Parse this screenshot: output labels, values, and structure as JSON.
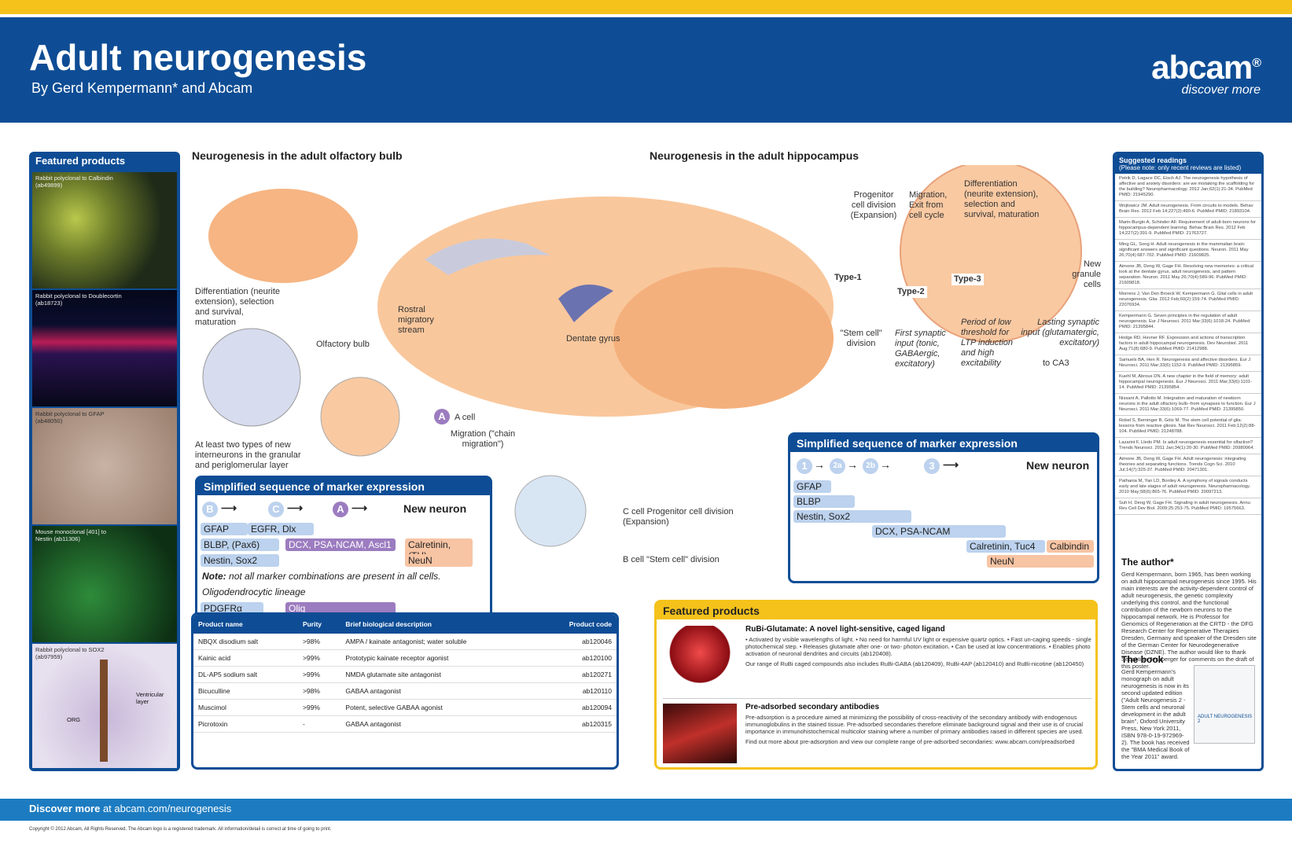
{
  "header": {
    "title": "Adult neurogenesis",
    "subtitle": "By Gerd Kempermann* and Abcam",
    "logo_name": "abcam",
    "logo_reg": "®",
    "logo_tagline": "discover more"
  },
  "featured_left": {
    "heading": "Featured products",
    "images": [
      {
        "caption": "Rabbit polyclonal to Calbindin (ab49899)"
      },
      {
        "caption": "Rabbit polyclonal to Doublecortin (ab18723)"
      },
      {
        "caption": "Rabbit polyclonal to GFAP (ab48050)"
      },
      {
        "caption": "Mouse monoclonal [401] to Nestin (ab11306)"
      },
      {
        "caption": "Rabbit polyclonal to SOX2 (ab97959)",
        "label1": "Ventricular layer",
        "label2": "ORG"
      }
    ]
  },
  "olfactory": {
    "title": "Neurogenesis in the adult olfactory bulb",
    "labels": {
      "differentiation": "Differentiation (neurite extension), selection and survival, maturation",
      "olfactory_bulb": "Olfactory bulb",
      "rostral": "Rostral migratory stream",
      "interneurons": "At least two types of new interneurons in the granular and periglomerular layer",
      "a_cell": "A cell",
      "migration": "Migration (\"chain migration\")",
      "c_cell": "C cell  Progenitor cell division (Expansion)",
      "b_cell": "B cell  \"Stem cell\" division"
    },
    "marker": {
      "title": "Simplified sequence of marker expression",
      "seq": [
        "B",
        "C",
        "A"
      ],
      "new_neuron": "New neuron",
      "pills": [
        "GFAP",
        "EGFR, Dlx",
        "BLBP, (Pax6)",
        "DCX, PSA-NCAM, Ascl1",
        "Calretinin, (TH)",
        "Nestin, Sox2",
        "NeuN"
      ],
      "note_bold": "Note:",
      "note": "not all marker combinations are present in all cells.",
      "lineage": "Oligodendrocytic lineage",
      "pdgfr": "PDGFRα",
      "olig": "Olig"
    }
  },
  "hippocampus": {
    "title": "Neurogenesis in the adult hippocampus",
    "labels": {
      "dentate": "Dentate gyrus",
      "progenitor": "Progenitor cell division (Expansion)",
      "migration": "Migration, Exit from cell cycle",
      "differentiation": "Differentiation (neurite extension), selection and survival, maturation",
      "new_granule": "New granule cells",
      "type1": "Type-1",
      "type2": "Type-2",
      "type3": "Type-3",
      "stem": "\"Stem cell\" division",
      "first_syn": "First synaptic input (tonic, GABAergic, excitatory)",
      "low_thresh": "Period of low threshold for LTP induction and high excitability",
      "lasting": "Lasting synaptic input (glutamatergic, excitatory)",
      "ca3": "to CA3"
    },
    "marker": {
      "title": "Simplified sequence of marker expression",
      "seq": [
        "1",
        "2a",
        "2b",
        "3"
      ],
      "new_neuron": "New neuron",
      "pills": [
        "GFAP",
        "BLBP",
        "Nestin, Sox2",
        "DCX, PSA-NCAM",
        "Calretinin, Tuc4",
        "Calbindin",
        "NeuN"
      ]
    }
  },
  "product_table": {
    "headers": [
      "Product name",
      "Purity",
      "Brief biological description",
      "Product code"
    ],
    "rows": [
      [
        "NBQX disodium salt",
        ">98%",
        "AMPA / kainate antagonist; water soluble",
        "ab120046"
      ],
      [
        "Kainic acid",
        ">99%",
        "Prototypic kainate receptor agonist",
        "ab120100"
      ],
      [
        "DL-AP5 sodium salt",
        ">99%",
        "NMDA glutamate site antagonist",
        "ab120271"
      ],
      [
        "Bicuculline",
        ">98%",
        "GABAA antagonist",
        "ab120110"
      ],
      [
        "Muscimol",
        ">99%",
        "Potent, selective GABAA agonist",
        "ab120094"
      ],
      [
        "Picrotoxin",
        "-",
        "GABAA antagonist",
        "ab120315"
      ]
    ]
  },
  "featured_mid": {
    "heading": "Featured products",
    "rubi_title": "RuBi-Glutamate: A novel light-sensitive, caged ligand",
    "rubi_bullets": "• Activated by visible wavelengths of light. • No need for harmful UV light or expensive quartz optics. • Fast un-caging speeds - single photochemical step. • Releases glutamate after one- or two- photon excitation. • Can be used at low concentrations. • Enables photo activation of neuronal dendrites and circuits (ab120408).",
    "rubi_more": "Our range of RuBi caged compounds also includes RuBi-GABA (ab120409), RuBi-4AP (ab120410) and RuBi-nicotine (ab120450)",
    "pre_title": "Pre-adsorbed secondary antibodies",
    "pre_text": "Pre-adsorption is a procedure aimed at minimizing the possibility of cross-reactivity of the secondary antibody with endogenous immunoglobulins in the stained tissue. Pre-adsorbed secondaries therefore eliminate background signal and their use is of crucial importance in immunohistochemical multicolor staining where a number of primary antibodies raised in different species are used.",
    "pre_more": "Find out more about pre-adsorption and view our complete range of pre-adsorbed secondaries: www.abcam.com/preadsorbed"
  },
  "readings": {
    "title": "Suggested readings",
    "note": "(Please note: only recent reviews are listed)",
    "refs": [
      "Petrik D, Lagace DC, Eisch AJ. The neurogenesis hypothesis of affective and anxiety disorders: are we mistaking the scaffolding for the building? Neuropharmacology. 2012 Jan;62(1):21-34. PubMed PMID: 21945290.",
      "Wojtowicz JM. Adult neurogenesis. From circuits to models. Behav Brain Res. 2012 Feb 14;227(2):490-6. PubMed PMID: 21893104.",
      "Marin-Burgin A, Schinder AF. Requirement of adult-born neurons for hippocampus-dependent learning. Behav Brain Res. 2012 Feb 14;227(2):391-9. PubMed PMID: 21763727.",
      "Ming GL, Song H. Adult neurogenesis in the mammalian brain: significant answers and significant questions. Neuron. 2011 May 26;70(4):687-702. PubMed PMID: 21609825.",
      "Aimone JB, Deng W, Gage FH. Resolving new memories: a critical look at the dentate gyrus, adult neurogenesis, and pattern separation. Neuron. 2011 May 26;70(4):589-96. PubMed PMID: 21609818.",
      "Morrens J, Van Den Broeck W, Kempermann G. Glial cells in adult neurogenesis. Glia. 2012 Feb;60(2):159-74. PubMed PMID: 22076934.",
      "Kempermann G. Seven principles in the regulation of adult neurogenesis. Eur J Neurosci. 2011 Mar;33(6):1018-24. PubMed PMID: 21395844.",
      "Hodge RD, Hevner RF. Expression and actions of transcription factors in adult hippocampal neurogenesis. Dev Neurobiol. 2011 Aug;71(8):680-9. PubMed PMID: 21412988.",
      "Samuels BA, Hen R. Neurogenesis and affective disorders. Eur J Neurosci. 2011 Mar;33(6):1152-9. PubMed PMID: 21395859.",
      "Kuehl M, Abrous DN. A new chapter in the field of memory: adult hippocampal neurogenesis. Eur J Neurosci. 2011 Mar;33(6):1101-14. PubMed PMID: 21395854.",
      "Nissant A, Pallotto M. Integration and maturation of newborn neurons in the adult olfactory bulb--from synapses to function. Eur J Neurosci. 2011 Mar;33(6):1069-77. PubMed PMID: 21395850.",
      "Robel S, Berninger B, Götz M. The stem cell potential of glia: lessons from reactive gliosis. Nat Rev Neurosci. 2011 Feb;12(2):88-104. PubMed PMID: 21248788.",
      "Lazarini F, Lledo PM. Is adult neurogenesis essential for olfaction? Trends Neurosci. 2011 Jan;34(1):20-30. PubMed PMID: 20980064.",
      "Aimone JB, Deng W, Gage FH. Adult neurogenesis: integrating theories and separating functions. Trends Cogn Sci. 2010 Jul;14(7):325-37. PubMed PMID: 20471301.",
      "Pathania M, Yan LD, Bordey A. A symphony of signals conducts early and late stages of adult neurogenesis. Neuropharmacology. 2010 May;58(6):865-76. PubMed PMID: 20097213.",
      "Suh H, Deng W, Gage FH. Signaling in adult neurogenesis. Annu Rev Cell Dev Biol. 2009;25:253-75. PubMed PMID: 19575663."
    ],
    "author_title": "The author*",
    "author_text": "Gerd Kempermann, born 1965, has been working on adult hippocampal neurogenesis since 1995. His main interests are the activity-dependent control of adult neurogenesis, the genetic complexity underlying this control, and the functional contribution of the newborn neurons to the hippocampal network. He is Professor for Genomics of Regeneration at the CRTD - the DFG Research Center for Regenerative Therapies Dresden, Germany and speaker of the Dresden site of the German Center for Neurodegenerative Disease (DZNE). The author would like to thank Sebastian Jessberger for comments on the draft of this poster.",
    "book_title": "The book",
    "book_text": "Gerd Kempermann's monograph on adult neurogenesis is now in its second updated edition (\"Adult Neurogenesis 2 - Stem cells and neuronal development in the adult brain\", Oxford University Press, New York 2011, ISBN 978-0-19-972969-2). The book has received the \"BMA Medical Book of the Year 2011\" award.",
    "book_cover": "ADULT NEUROGENESIS 2"
  },
  "footer": {
    "discover": "Discover more",
    "url": "at abcam.com/neurogenesis",
    "copyright": "Copyright © 2012 Abcam, All Rights Reserved. The Abcam logo is a registered trademark. All information/detail is correct at time of going to print."
  }
}
